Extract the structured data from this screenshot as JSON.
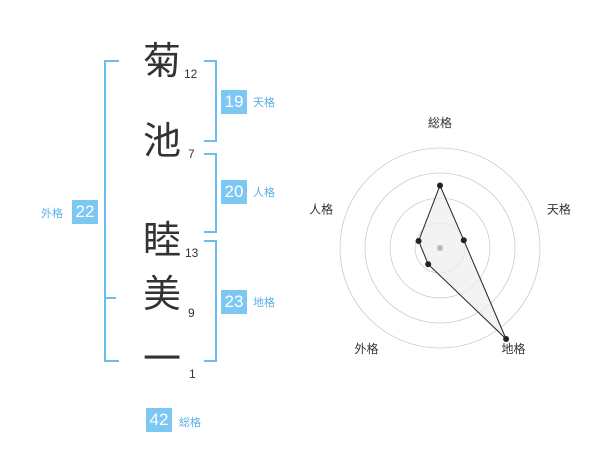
{
  "name": {
    "characters": [
      {
        "char": "菊",
        "strokes": "12"
      },
      {
        "char": "池",
        "strokes": "7"
      },
      {
        "char": "睦",
        "strokes": "13"
      },
      {
        "char": "美",
        "strokes": "9"
      },
      {
        "char": "一",
        "strokes": "1"
      }
    ]
  },
  "fortunes": {
    "tenkaku": {
      "value": "19",
      "label": "天格"
    },
    "jinkaku": {
      "value": "20",
      "label": "人格"
    },
    "chikaku": {
      "value": "23",
      "label": "地格"
    },
    "gaikaku": {
      "value": "22",
      "label": "外格"
    },
    "soukaku": {
      "value": "42",
      "label": "総格"
    }
  },
  "chart_data": {
    "type": "radar",
    "axes": [
      "総格",
      "天格",
      "地格",
      "外格",
      "人格"
    ],
    "rings": 4,
    "max": 4,
    "values": [
      2.5,
      1.0,
      4.5,
      0.8,
      0.9
    ]
  },
  "colors": {
    "accent": "#7cc8f3",
    "accent_text": "#5ab0e6",
    "text": "#333333",
    "grid": "#cccccc",
    "fill": "#eeeeee"
  }
}
